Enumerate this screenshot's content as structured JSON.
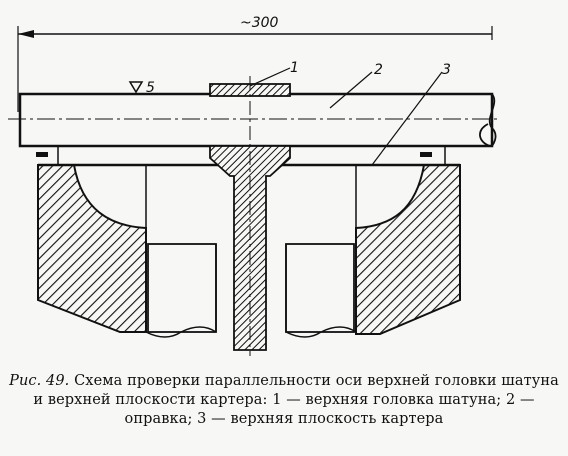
{
  "dimension": {
    "text": "~300"
  },
  "surface_mark": {
    "text": "5"
  },
  "labels": {
    "l1": "1",
    "l2": "2",
    "l3": "3"
  },
  "caption": {
    "prefix": "Рис. 49.",
    "text": "Схема проверки параллельности оси верхней головки шатуна и верхней плоскости картера: 1 — верхняя головка шатуна; 2 — оправка; 3 — верхняя плоскость картера"
  }
}
